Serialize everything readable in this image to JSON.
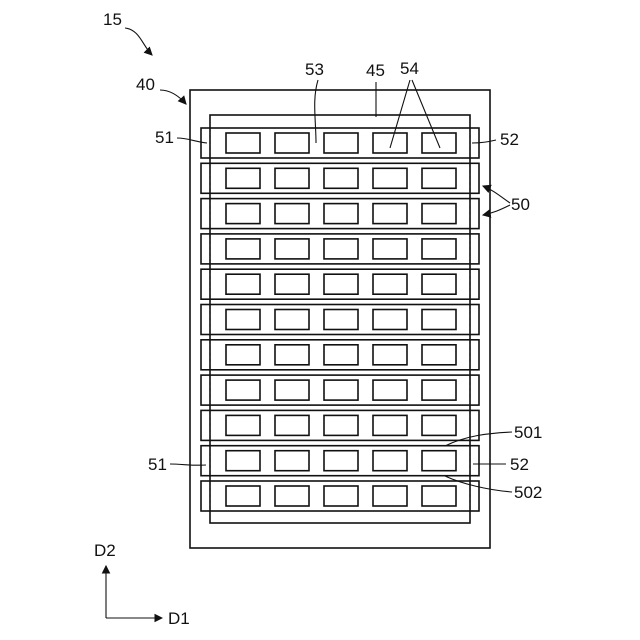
{
  "labels": {
    "figure_ref": "15",
    "panel": "40",
    "layer": "45",
    "strip_group": "50",
    "gap": "53",
    "cells": "54",
    "left_edge": "51",
    "right_edge": "52",
    "row_cell": "501",
    "row_bottom": "502"
  },
  "axes": {
    "vertical": "D2",
    "horizontal": "D1"
  },
  "grid": {
    "rows": 11,
    "columns": 5
  }
}
